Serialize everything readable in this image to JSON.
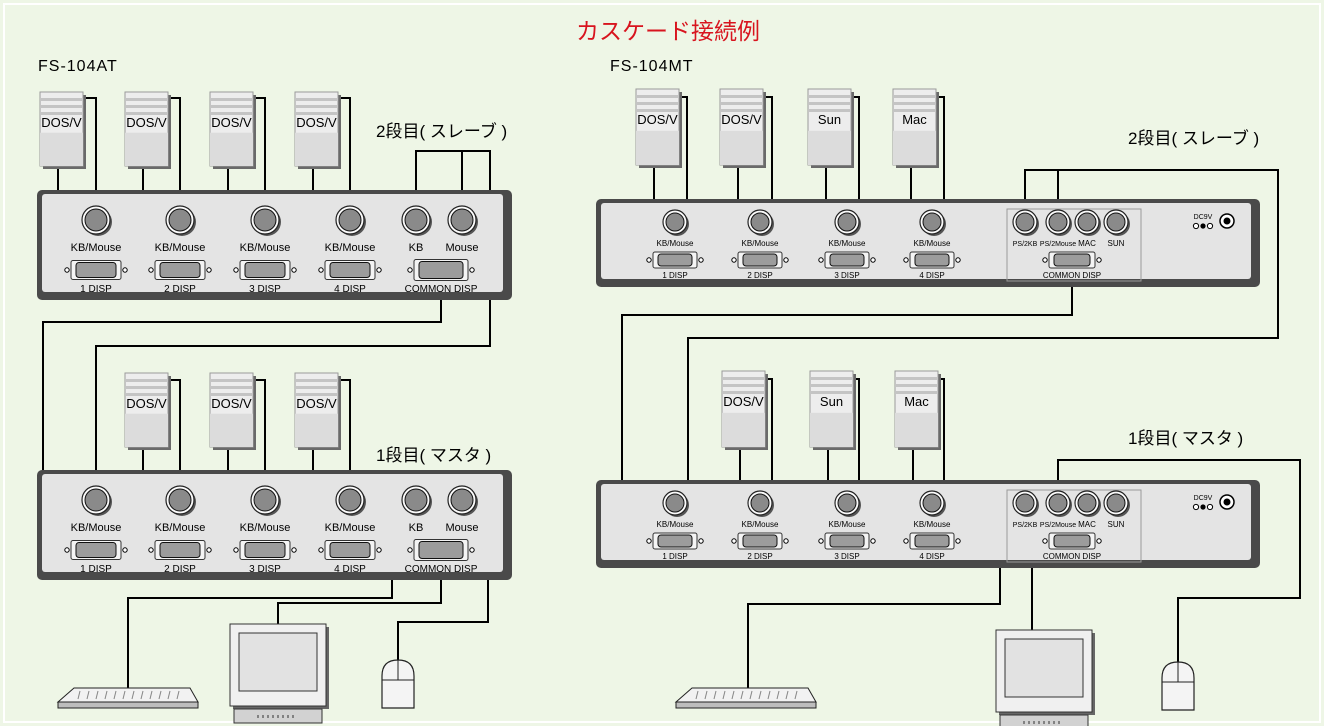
{
  "title": "カスケード接続例",
  "colors": {
    "background": "#eef6e6",
    "title": "#d8141e",
    "panel": "#e4e4e4",
    "panel_shadow": "#4a4a4a",
    "cable": "#000000"
  },
  "left": {
    "model": "FS-104AT",
    "slave": {
      "label": "2段目( スレーブ )",
      "computers": [
        "DOS/V",
        "DOS/V",
        "DOS/V",
        "DOS/V"
      ],
      "ports": [
        {
          "conn": "KB/Mouse",
          "disp": "1 DISP"
        },
        {
          "conn": "KB/Mouse",
          "disp": "2 DISP"
        },
        {
          "conn": "KB/Mouse",
          "disp": "3 DISP"
        },
        {
          "conn": "KB/Mouse",
          "disp": "4 DISP"
        }
      ],
      "common": {
        "kb": "KB",
        "mouse": "Mouse",
        "disp": "COMMON DISP"
      }
    },
    "master": {
      "label": "1段目( マスタ )",
      "computers": [
        "DOS/V",
        "DOS/V",
        "DOS/V"
      ],
      "ports": [
        {
          "conn": "KB/Mouse",
          "disp": "1 DISP"
        },
        {
          "conn": "KB/Mouse",
          "disp": "2 DISP"
        },
        {
          "conn": "KB/Mouse",
          "disp": "3 DISP"
        },
        {
          "conn": "KB/Mouse",
          "disp": "4 DISP"
        }
      ],
      "common": {
        "kb": "KB",
        "mouse": "Mouse",
        "disp": "COMMON DISP"
      }
    }
  },
  "right": {
    "model": "FS-104MT",
    "slave": {
      "label": "2段目( スレーブ )",
      "computers": [
        "DOS/V",
        "DOS/V",
        "Sun",
        "Mac"
      ],
      "ports": [
        {
          "conn": "KB/Mouse",
          "disp": "1 DISP"
        },
        {
          "conn": "KB/Mouse",
          "disp": "2 DISP"
        },
        {
          "conn": "KB/Mouse",
          "disp": "3 DISP"
        },
        {
          "conn": "KB/Mouse",
          "disp": "4 DISP"
        }
      ],
      "common": {
        "ps2kb": "PS/2KB",
        "ps2mouse": "PS/2Mouse",
        "mac": "MAC",
        "sun": "SUN",
        "disp": "COMMON DISP",
        "power": "DC9V"
      }
    },
    "master": {
      "label": "1段目( マスタ )",
      "computers": [
        "DOS/V",
        "Sun",
        "Mac"
      ],
      "ports": [
        {
          "conn": "KB/Mouse",
          "disp": "1 DISP"
        },
        {
          "conn": "KB/Mouse",
          "disp": "2 DISP"
        },
        {
          "conn": "KB/Mouse",
          "disp": "3 DISP"
        },
        {
          "conn": "KB/Mouse",
          "disp": "4 DISP"
        }
      ],
      "common": {
        "ps2kb": "PS/2KB",
        "ps2mouse": "PS/2Mouse",
        "mac": "MAC",
        "sun": "SUN",
        "disp": "COMMON DISP",
        "power": "DC9V"
      }
    }
  }
}
